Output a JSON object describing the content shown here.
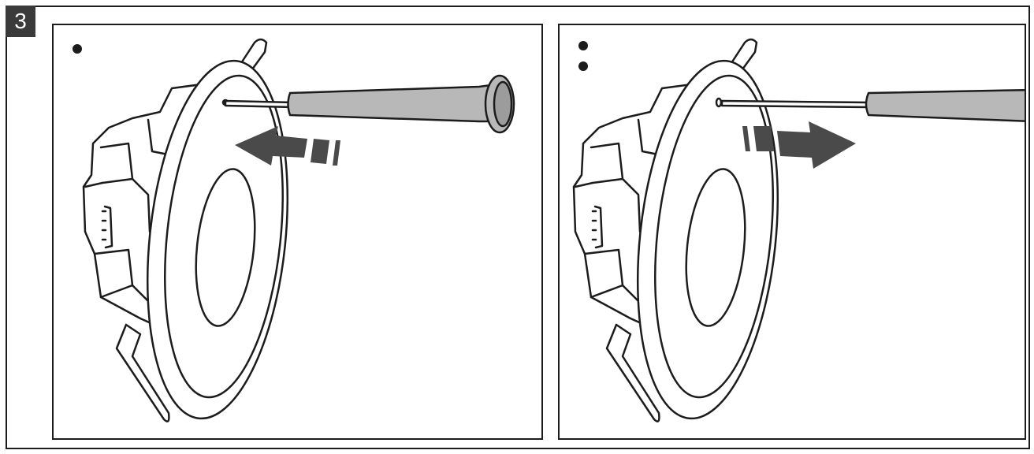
{
  "figure": {
    "step_number": "3",
    "panels": [
      {
        "id": "panel-1",
        "dot_count": 1,
        "action": "push-in",
        "arrow_direction": "left"
      },
      {
        "id": "panel-2",
        "dot_count": 2,
        "action": "pull-out",
        "arrow_direction": "right"
      }
    ],
    "colors": {
      "line": "#1c1c1c",
      "arrow": "#4a4a4a",
      "tool_handle": "#b8b8b8",
      "badge_background": "#3a3a3a",
      "badge_text": "#ffffff"
    }
  }
}
